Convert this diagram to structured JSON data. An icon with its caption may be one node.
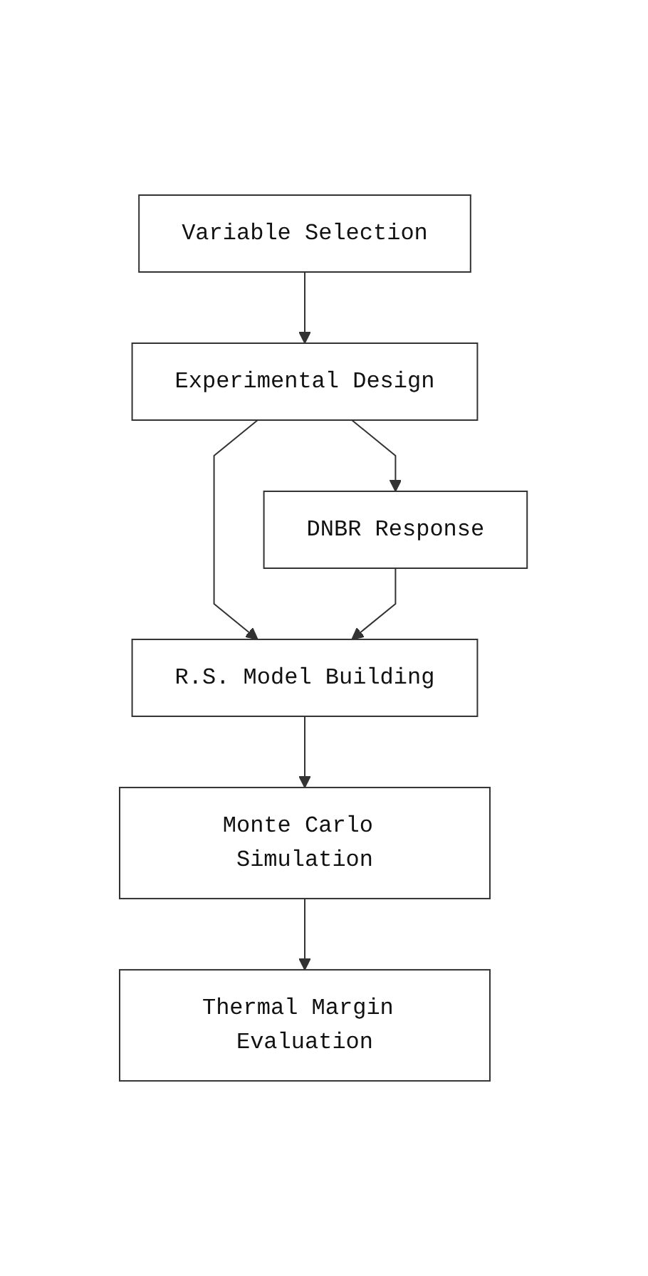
{
  "diagram": {
    "nodes": [
      {
        "text": [
          "Variable Selection"
        ]
      },
      {
        "text": [
          "Experimental Design"
        ]
      },
      {
        "text": [
          "DNBR Response"
        ]
      },
      {
        "text": [
          "R.S. Model Building"
        ]
      },
      {
        "text": [
          "Monte Carlo Simulation"
        ]
      },
      {
        "text": [
          "Thermal Margin Evaluation"
        ]
      }
    ],
    "edges": [
      {
        "from": 0,
        "to": 1,
        "arrow": "to"
      },
      {
        "from": 1,
        "to": 2,
        "arrow": "to"
      },
      {
        "from": 1,
        "to": 3,
        "arrow": "to"
      },
      {
        "from": 2,
        "to": 3,
        "arrow": "to"
      },
      {
        "from": 3,
        "to": 4,
        "arrow": "to"
      },
      {
        "from": 4,
        "to": 5,
        "arrow": "to"
      }
    ]
  }
}
